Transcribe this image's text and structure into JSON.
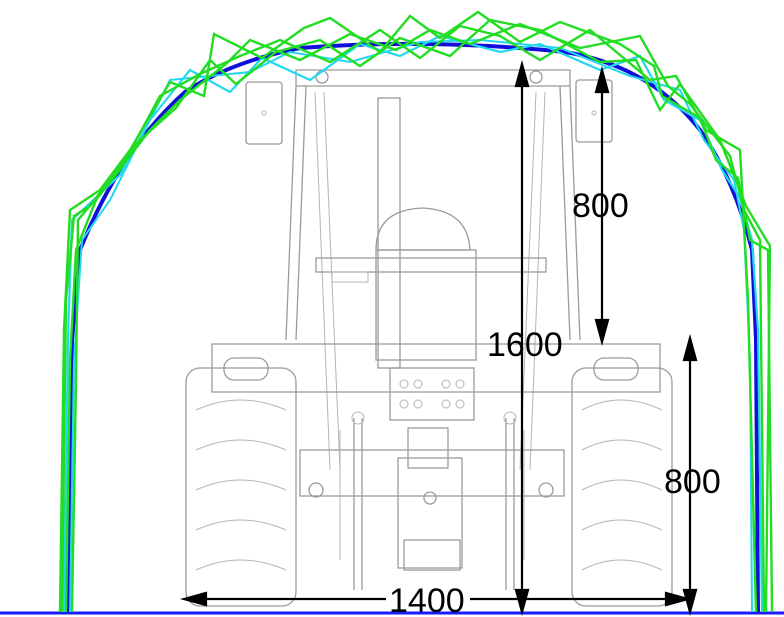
{
  "dimensions": {
    "upper_height": "800",
    "total_height": "1600",
    "lower_height": "800",
    "width": "1400"
  },
  "colors": {
    "blue_envelope": "#1010d8",
    "cyan_trace": "#22d8f0",
    "green_trace": "#22dd22",
    "ground": "#1a1aff",
    "drawing": "#9a9a9a",
    "dim_lines": "#000000"
  }
}
